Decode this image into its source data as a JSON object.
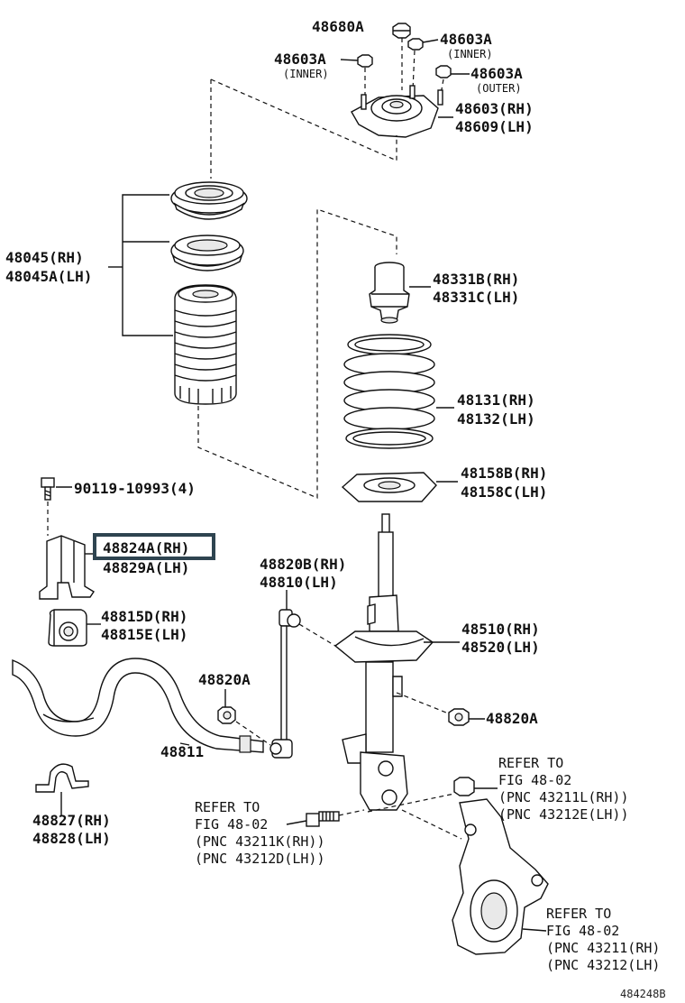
{
  "diagram_code": "484248B",
  "highlight_color": "#2e4450",
  "labels": {
    "mount_nut": "48680A",
    "nut_inner_right": "48603A",
    "nut_inner_right_note": "(INNER)",
    "nut_inner_left": "48603A",
    "nut_inner_left_note": "(INNER)",
    "nut_outer": "48603A",
    "nut_outer_note": "(OUTER)",
    "support_rh": "48603(RH)",
    "support_lh": "48609(LH)",
    "insulator_rh": "48045(RH)",
    "insulator_lh": "48045A(LH)",
    "bumper_rh": "48331B(RH)",
    "bumper_lh": "48331C(LH)",
    "spring_rh": "48131(RH)",
    "spring_lh": "48132(LH)",
    "lower_seat_rh": "48158B(RH)",
    "lower_seat_lh": "48158C(LH)",
    "bolt": "90119-10993(4)",
    "bracket_rh": "48824A(RH)",
    "bracket_lh": "48829A(LH)",
    "link_rh": "48820B(RH)",
    "link_lh": "48810(LH)",
    "bushing_rh": "48815D(RH)",
    "bushing_lh": "48815E(LH)",
    "shock_rh": "48510(RH)",
    "shock_lh": "48520(LH)",
    "link_nut_left": "48820A",
    "link_nut_right": "48820A",
    "stabilizer_bar": "48811",
    "clamp_rh": "48827(RH)",
    "clamp_lh": "48828(LH)",
    "ref1_line1": "REFER TO",
    "ref1_line2": "FIG 48-02",
    "ref1_line3": "(PNC 43211L(RH))",
    "ref1_line4": "(PNC 43212E(LH))",
    "ref2_line1": "REFER TO",
    "ref2_line2": "FIG 48-02",
    "ref2_line3": "(PNC 43211K(RH))",
    "ref2_line4": "(PNC 43212D(LH))",
    "ref3_line1": "REFER TO",
    "ref3_line2": "FIG 48-02",
    "ref3_line3": "(PNC 43211(RH)",
    "ref3_line4": "(PNC 43212(LH)"
  }
}
